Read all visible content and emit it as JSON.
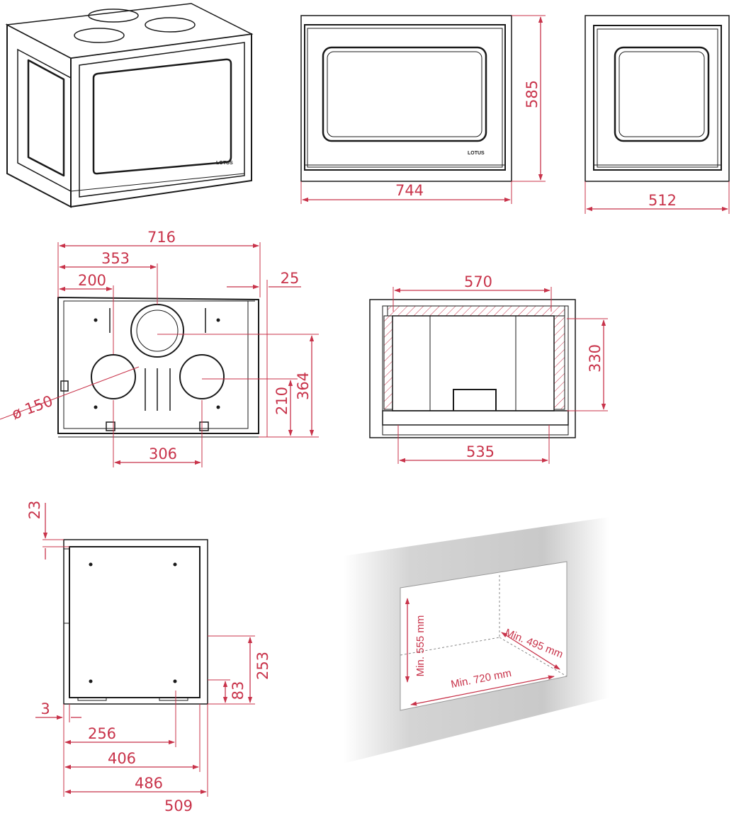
{
  "colors": {
    "dimension": "#c8334a",
    "outline": "#1a1a1a",
    "wall": "#d6d6d6"
  },
  "brand": "LOTUS",
  "views": {
    "front": {
      "width": "744",
      "height": "585"
    },
    "side": {
      "width": "512"
    },
    "top": {
      "total": "716",
      "center_flue": "353",
      "left_flue": "200",
      "edge": "25",
      "flue_spacing": "306",
      "diameter": "ø 150",
      "front_flue_depth": "210",
      "rear_flue_depth": "364"
    },
    "section": {
      "top_width": "570",
      "bottom_width": "535",
      "height": "330"
    },
    "back": {
      "top_offset": "23",
      "side_offset": "3",
      "dim_256": "256",
      "dim_406": "406",
      "dim_486": "486",
      "dim_509": "509",
      "height_253": "253",
      "height_83": "83"
    },
    "niche": {
      "height": "Min. 555 mm",
      "width": "Min. 720 mm",
      "depth": "Min. 495 mm"
    }
  }
}
